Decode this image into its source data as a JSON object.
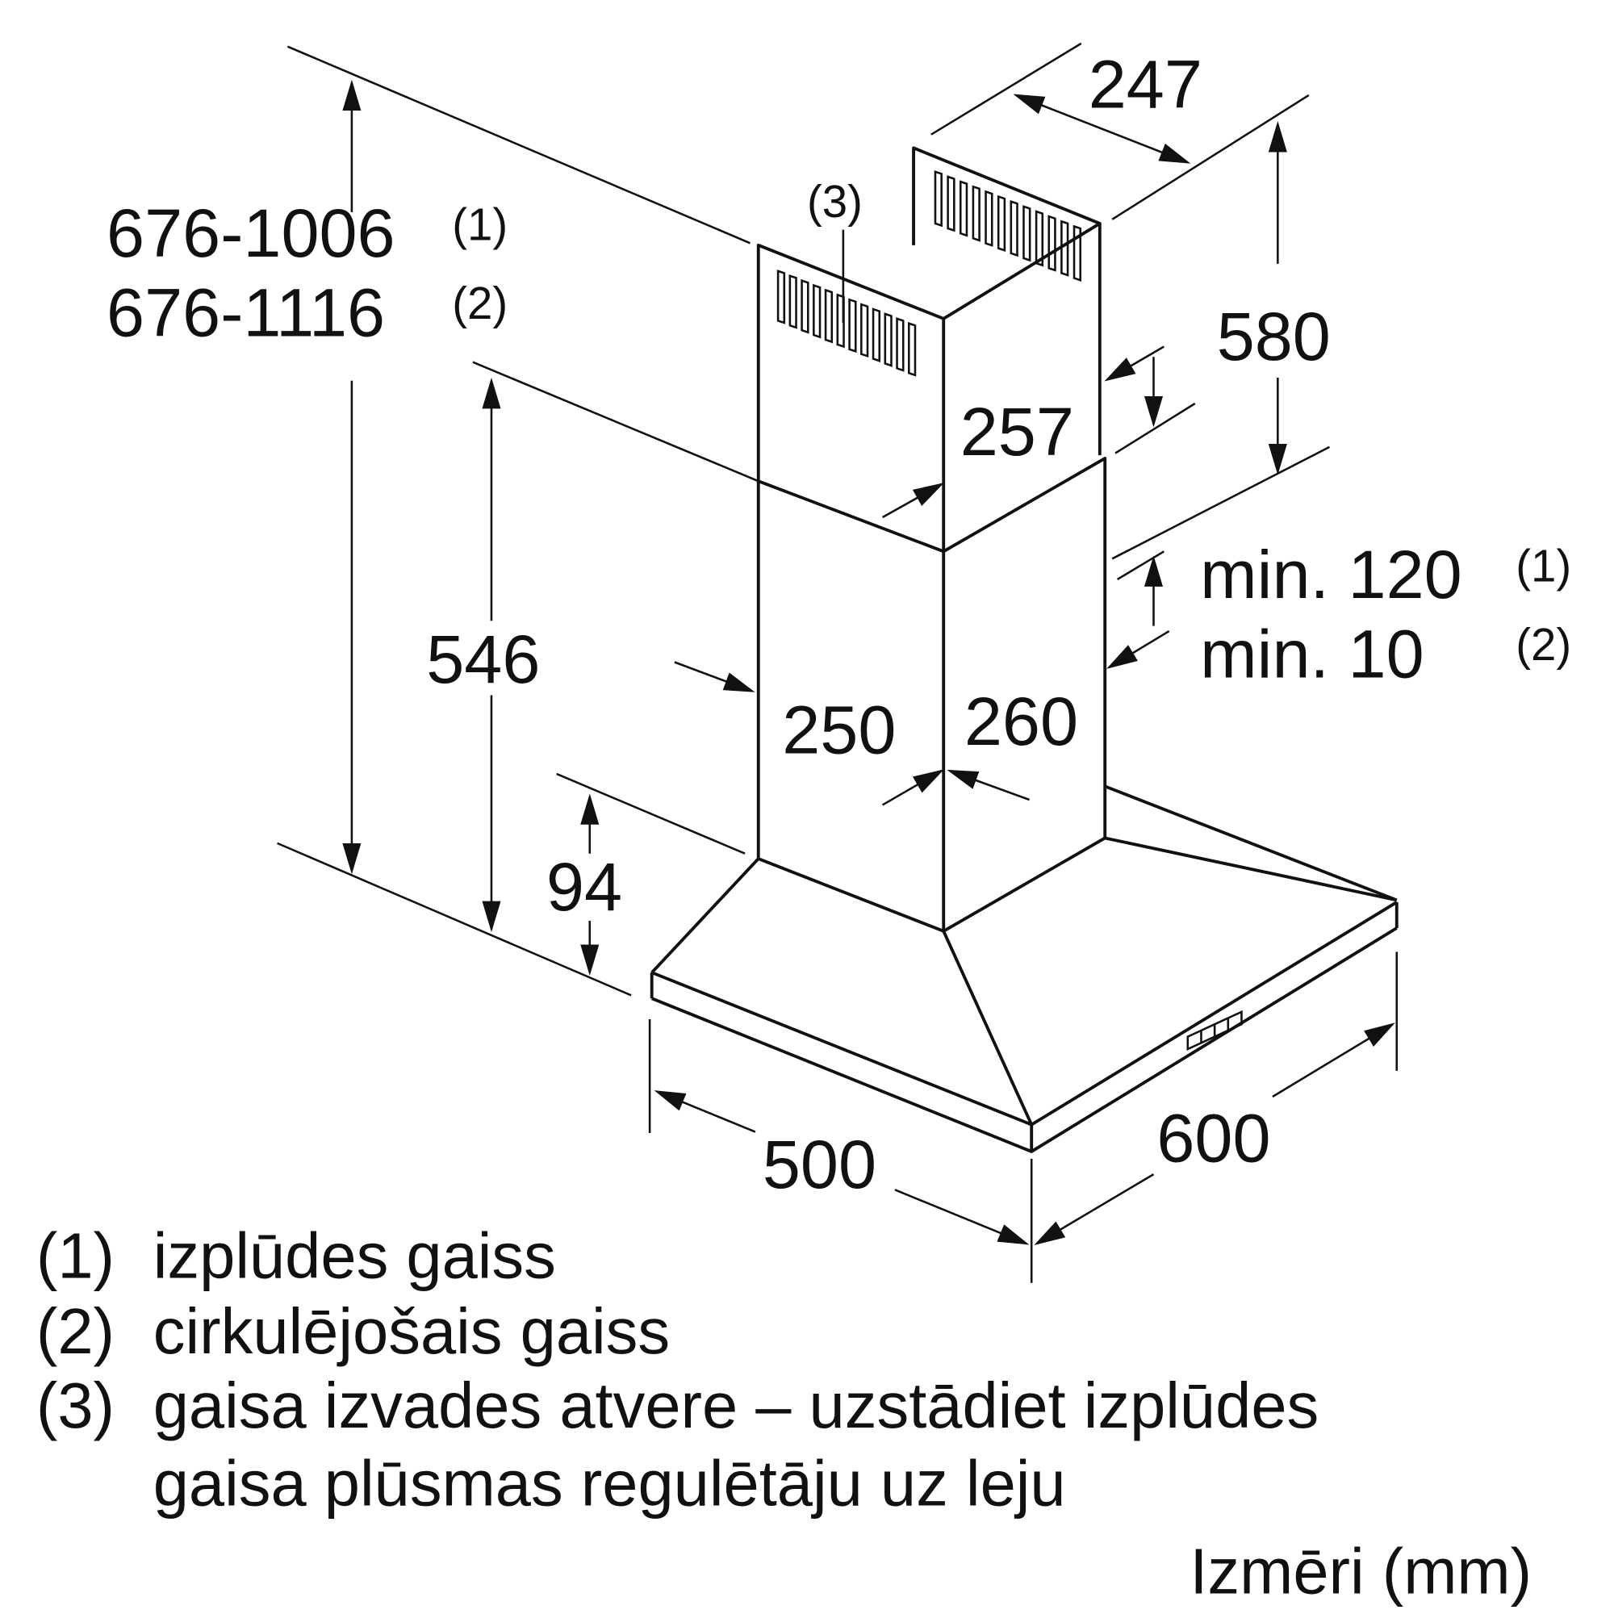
{
  "dimensions": {
    "total_height_1": "676-1006",
    "total_height_1_note": "(1)",
    "total_height_2": "676-1116",
    "total_height_2_note": "(2)",
    "vent_marker": "(3)",
    "chimney_depth_top": "247",
    "upper_chimney_height": "580",
    "upper_chimney_width": "257",
    "lower_height": "546",
    "min_gap_1": "min. 120",
    "min_gap_1_note": "(1)",
    "min_gap_2": "min. 10",
    "min_gap_2_note": "(2)",
    "chimney_width": "250",
    "chimney_depth": "260",
    "canopy_height": "94",
    "canopy_depth": "500",
    "canopy_width": "600"
  },
  "legend": [
    {
      "marker": "(1)",
      "text": "izplūdes gaiss"
    },
    {
      "marker": "(2)",
      "text": "cirkulējošais gaiss"
    },
    {
      "marker": "(3)",
      "text": "gaisa izvades atvere – uzstādiet izplūdes",
      "text2": "gaisa plūsmas regulētāju uz leju"
    }
  ],
  "units_label": "Izmēri (mm)",
  "colors": {
    "line": "#111111",
    "background": "#ffffff"
  }
}
